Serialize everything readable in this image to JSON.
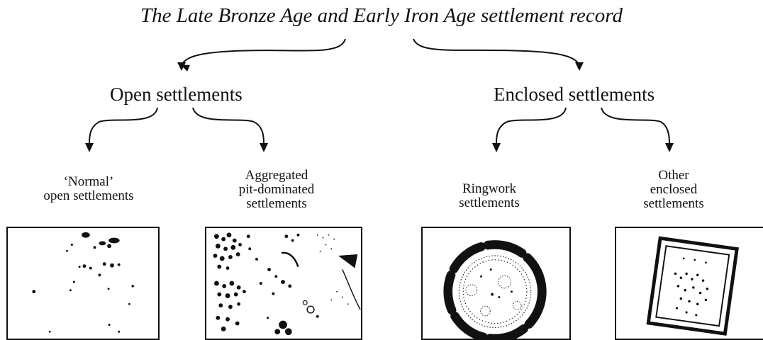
{
  "title": "The Late Bronze Age and Early Iron Age settlement record",
  "branches": [
    {
      "label": "Open settlements",
      "children": [
        {
          "lines": [
            "‘Normal’",
            "open settlements"
          ]
        },
        {
          "lines": [
            "Aggregated",
            "pit-dominated",
            "settlements"
          ]
        }
      ]
    },
    {
      "label": "Enclosed settlements",
      "children": [
        {
          "lines": [
            "Ringwork",
            "settlements"
          ]
        },
        {
          "lines": [
            "Other",
            "enclosed",
            "settlements"
          ]
        }
      ]
    }
  ]
}
